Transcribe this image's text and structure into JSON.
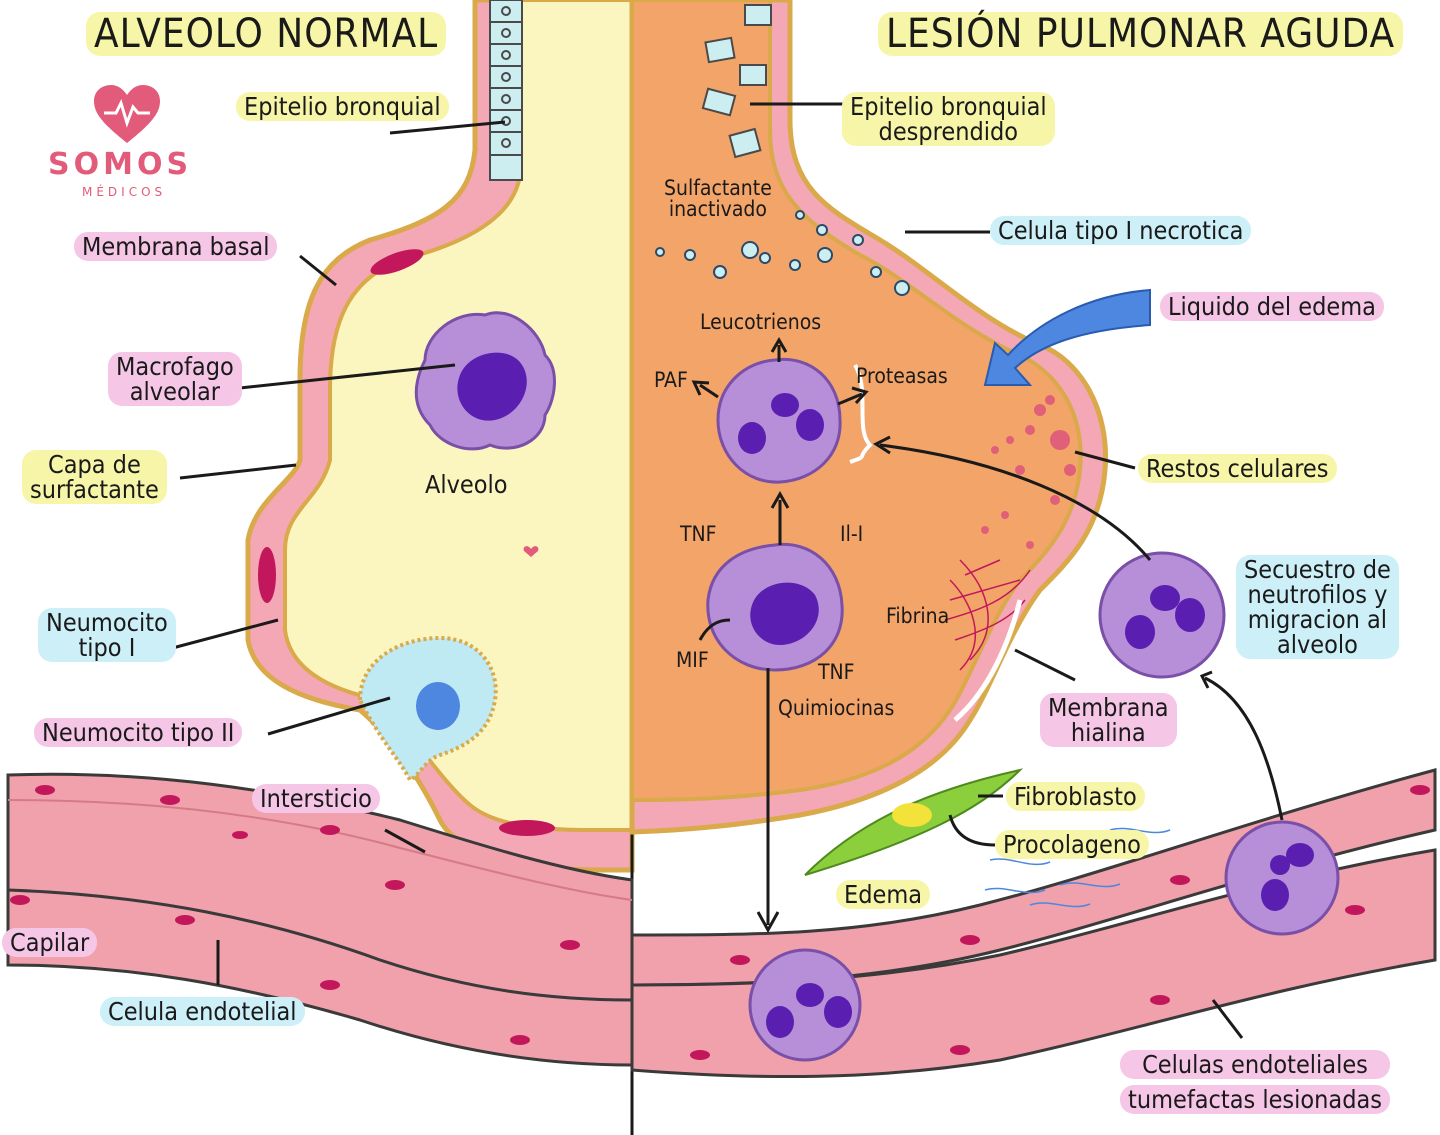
{
  "titles": {
    "left": "ALVEOLO NORMAL",
    "right": "LESIÓN PULMONAR AGUDA"
  },
  "logo": {
    "brand": "SOMOS",
    "sub": "MÉDICOS",
    "icon": "heart-pulse-icon",
    "color": "#e35b7a"
  },
  "left_labels": {
    "epitelio": "Epitelio bronquial",
    "membrana_basal": "Membrana basal",
    "macrofago_1": "Macrofago",
    "macrofago_2": "alveolar",
    "capa_1": "Capa de",
    "capa_2": "surfactante",
    "neumocito1_1": "Neumocito",
    "neumocito1_2": "tipo I",
    "neumocito2": "Neumocito tipo II",
    "alveolo": "Alveolo",
    "intersticio": "Intersticio",
    "capilar": "Capilar",
    "endotelial": "Celula endotelial"
  },
  "right_labels": {
    "epitelio_1": "Epitelio bronquial",
    "epitelio_2": "desprendido",
    "sulfactante_1": "Sulfactante",
    "sulfactante_2": "inactivado",
    "necrotica": "Celula tipo I necrotica",
    "liquido": "Liquido del edema",
    "leucotrienos": "Leucotrienos",
    "paf": "PAF",
    "proteasas": "Proteasas",
    "restos": "Restos celulares",
    "tnf_1": "TNF",
    "il1": "Il-I",
    "mif": "MIF",
    "tnf_2": "TNF",
    "quimiocinas": "Quimiocinas",
    "fibrina": "Fibrina",
    "secuestro_1": "Secuestro de",
    "secuestro_2": "neutrofilos y",
    "secuestro_3": "migracion al",
    "secuestro_4": "alveolo",
    "membrana_1": "Membrana",
    "membrana_2": "hialina",
    "fibroblasto": "Fibroblasto",
    "procolageno": "Procolageno",
    "edema": "Edema",
    "celulas_1": "Celulas endoteliales",
    "celulas_2": "tumefactas lesionadas"
  },
  "colors": {
    "alveolo_normal": "#fbf6c0",
    "alveolo_lesion": "#f3a468",
    "wall_pink": "#f4a7b4",
    "wall_border": "#d9a94a",
    "capillary": "#f0a1ab",
    "cell_purple": "#b78ed8",
    "nucleus": "#5a1fb0",
    "label_yellow": "#f7f6a8",
    "label_pink": "#f6c6e6",
    "label_blue": "#cdeff8",
    "arrow_blue": "#4d87e0"
  }
}
